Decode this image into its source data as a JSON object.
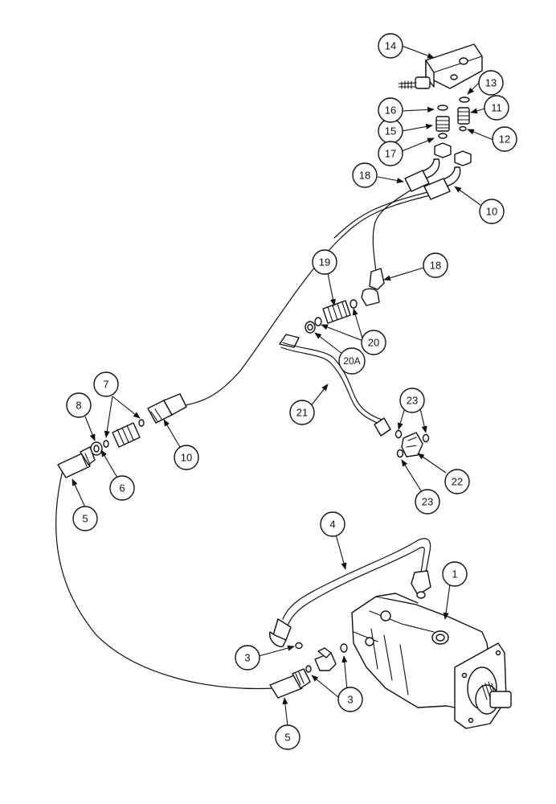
{
  "callouts": {
    "c1": "1",
    "c3a": "3",
    "c3b": "3",
    "c4": "4",
    "c5a": "5",
    "c5b": "5",
    "c6": "6",
    "c7": "7",
    "c8": "8",
    "c10a": "10",
    "c10b": "10",
    "c11": "11",
    "c12": "12",
    "c13": "13",
    "c14": "14",
    "c15": "15",
    "c16": "16",
    "c17": "17",
    "c18a": "18",
    "c18b": "18",
    "c19": "19",
    "c20": "20",
    "c20A": "20A",
    "c21": "21",
    "c22": "22",
    "c23a": "23",
    "c23b": "23"
  }
}
